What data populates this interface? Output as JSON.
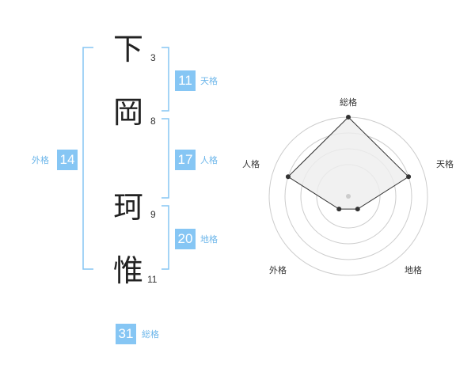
{
  "name": {
    "chars": [
      "下",
      "岡",
      "珂",
      "惟"
    ],
    "strokes": [
      "3",
      "8",
      "9",
      "11"
    ]
  },
  "grades": {
    "tenkaku": {
      "value": "11",
      "label": "天格"
    },
    "jinkaku": {
      "value": "17",
      "label": "人格"
    },
    "chikaku": {
      "value": "20",
      "label": "地格"
    },
    "gaikaku": {
      "value": "14",
      "label": "外格"
    },
    "soukaku": {
      "value": "31",
      "label": "総格"
    }
  },
  "chart_data": {
    "type": "radar",
    "axes": [
      "総格",
      "天格",
      "地格",
      "外格",
      "人格"
    ],
    "values": [
      5,
      4,
      1,
      1,
      4
    ],
    "max": 5,
    "rings": 4,
    "colors": {
      "fill": "#eeeeee",
      "line": "#333333",
      "ring": "#cccccc",
      "center": "#cccccc"
    }
  }
}
